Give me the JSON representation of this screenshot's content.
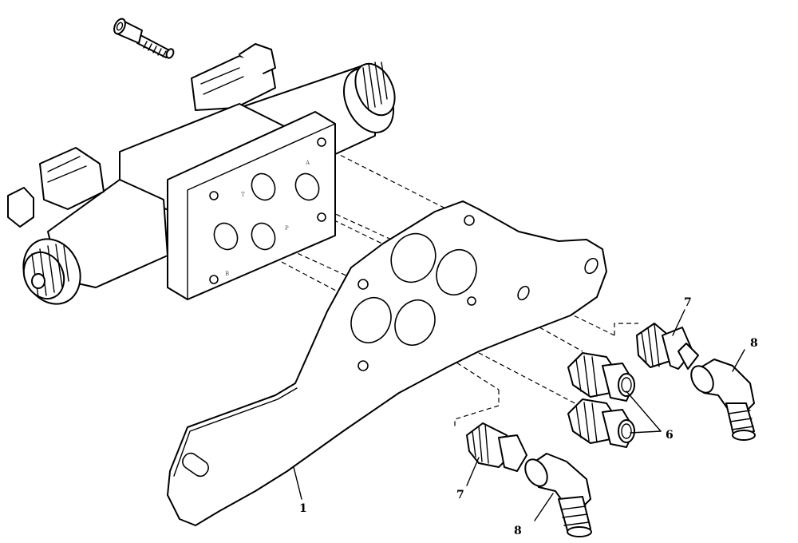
{
  "callouts": {
    "bracket": "1",
    "adapter_pair": "6",
    "adapter_top": "7",
    "adapter_bottom": "7",
    "elbow_top": "8",
    "elbow_bottom": "8"
  },
  "port_labels": {
    "t": "T",
    "a": "A",
    "p": "P",
    "b": "B"
  }
}
